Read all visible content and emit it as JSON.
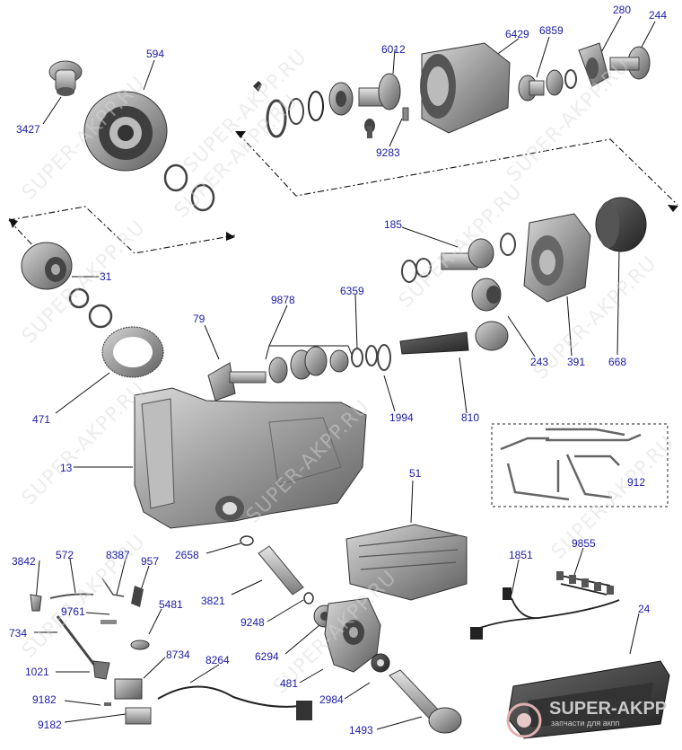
{
  "watermark": "SUPER-AKPP.RU",
  "brand": {
    "name": "SUPER-AKPP",
    "tagline": "запчасти для акпп"
  },
  "colors": {
    "label": "#1a1aa6",
    "part": "#8a8a8a",
    "part_dark": "#4a4a4a",
    "line": "#111111"
  },
  "labels": [
    {
      "id": "3427",
      "text": "3427"
    },
    {
      "id": "594",
      "text": "594"
    },
    {
      "id": "6012",
      "text": "6012"
    },
    {
      "id": "6429",
      "text": "6429"
    },
    {
      "id": "6859",
      "text": "6859"
    },
    {
      "id": "280",
      "text": "280"
    },
    {
      "id": "244",
      "text": "244"
    },
    {
      "id": "9283",
      "text": "9283"
    },
    {
      "id": "31",
      "text": "31"
    },
    {
      "id": "185",
      "text": "185"
    },
    {
      "id": "9878",
      "text": "9878"
    },
    {
      "id": "6359",
      "text": "6359"
    },
    {
      "id": "79",
      "text": "79"
    },
    {
      "id": "243",
      "text": "243"
    },
    {
      "id": "391",
      "text": "391"
    },
    {
      "id": "668",
      "text": "668"
    },
    {
      "id": "471",
      "text": "471"
    },
    {
      "id": "1994",
      "text": "1994"
    },
    {
      "id": "810",
      "text": "810"
    },
    {
      "id": "13",
      "text": "13"
    },
    {
      "id": "912",
      "text": "912"
    },
    {
      "id": "51",
      "text": "51"
    },
    {
      "id": "3842",
      "text": "3842"
    },
    {
      "id": "572",
      "text": "572"
    },
    {
      "id": "8387",
      "text": "8387"
    },
    {
      "id": "957",
      "text": "957"
    },
    {
      "id": "2658",
      "text": "2658"
    },
    {
      "id": "1851",
      "text": "1851"
    },
    {
      "id": "9855",
      "text": "9855"
    },
    {
      "id": "9761",
      "text": "9761"
    },
    {
      "id": "5481",
      "text": "5481"
    },
    {
      "id": "3821",
      "text": "3821"
    },
    {
      "id": "734",
      "text": "734"
    },
    {
      "id": "9248",
      "text": "9248"
    },
    {
      "id": "24",
      "text": "24"
    },
    {
      "id": "8734",
      "text": "8734"
    },
    {
      "id": "8264",
      "text": "8264"
    },
    {
      "id": "6294",
      "text": "6294"
    },
    {
      "id": "1021",
      "text": "1021"
    },
    {
      "id": "481",
      "text": "481"
    },
    {
      "id": "9182a",
      "text": "9182"
    },
    {
      "id": "2984",
      "text": "2984"
    },
    {
      "id": "9182b",
      "text": "9182"
    },
    {
      "id": "1493",
      "text": "1493"
    }
  ]
}
